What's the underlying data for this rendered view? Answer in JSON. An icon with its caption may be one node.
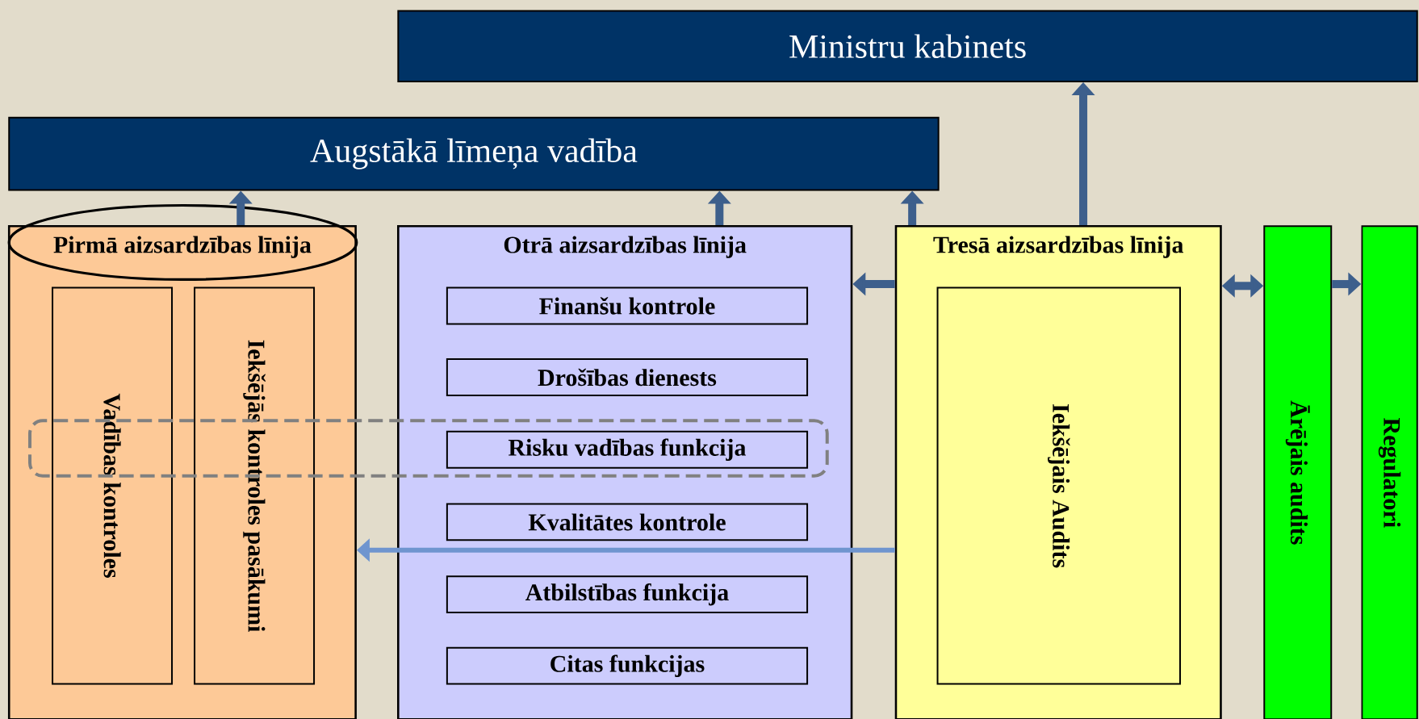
{
  "diagram": {
    "nodes": [
      {
        "text": [
          "Ministru kabinets"
        ]
      },
      {
        "text": [
          "Augstākā līmeņa vadība"
        ]
      },
      {
        "text": [
          "Pirmā aizsardzības līnija"
        ]
      },
      {
        "text": [
          "Vadības kontroles"
        ],
        "in": 2
      },
      {
        "text": [
          "Iekšējās kontroles pasākumi"
        ],
        "in": 2
      },
      {
        "text": [
          "Otrā aizsardzības līnija"
        ]
      },
      {
        "text": [
          "Finanšu kontrole"
        ],
        "in": 5
      },
      {
        "text": [
          "Drošības dienests"
        ],
        "in": 5
      },
      {
        "text": [
          "Risku vadības funkcija"
        ],
        "in": 5
      },
      {
        "text": [
          "Kvalitātes kontrole"
        ],
        "in": 5
      },
      {
        "text": [
          "Atbilstības funkcija"
        ],
        "in": 5
      },
      {
        "text": [
          "Citas funkcijas"
        ],
        "in": 5
      },
      {
        "text": [
          "Tresā aizsardzības līnija"
        ]
      },
      {
        "text": [
          "Iekšējais Audits"
        ],
        "in": 12
      },
      {
        "text": [
          "Ārējais audits"
        ]
      },
      {
        "text": [
          "Regulatori"
        ]
      }
    ],
    "edges": [
      {
        "from": 2,
        "to": 1,
        "arrow": "to"
      },
      {
        "from": 5,
        "to": 1,
        "arrow": "to"
      },
      {
        "from": 12,
        "to": 1,
        "arrow": "to"
      },
      {
        "from": 12,
        "to": 0,
        "arrow": "to"
      },
      {
        "from": 12,
        "to": 5,
        "arrow": "to"
      },
      {
        "from": 12,
        "to": 14,
        "arrow": "both"
      },
      {
        "from": 14,
        "to": 15,
        "arrow": "to"
      },
      {
        "from": 12,
        "to": 2,
        "arrow": "to",
        "color": "#6f95cf"
      }
    ]
  }
}
